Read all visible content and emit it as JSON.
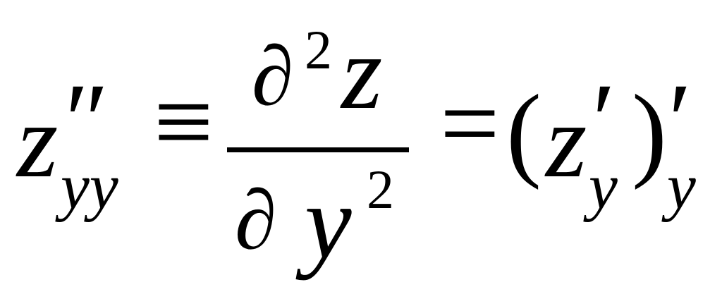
{
  "formula": {
    "lhs": {
      "base": "z",
      "primes": "″",
      "subscript": "yy"
    },
    "equiv_sign": "≡",
    "fraction": {
      "numerator": {
        "partial": "∂",
        "power": "2",
        "variable": "z"
      },
      "denominator": {
        "partial": "∂",
        "variable": "y",
        "power": "2"
      }
    },
    "equals_sign": "=",
    "rhs": {
      "open_paren": "(",
      "inner_base": "z",
      "inner_prime": "′",
      "inner_subscript": "y",
      "close_paren": ")",
      "outer_prime": "′",
      "outer_subscript": "y"
    }
  }
}
